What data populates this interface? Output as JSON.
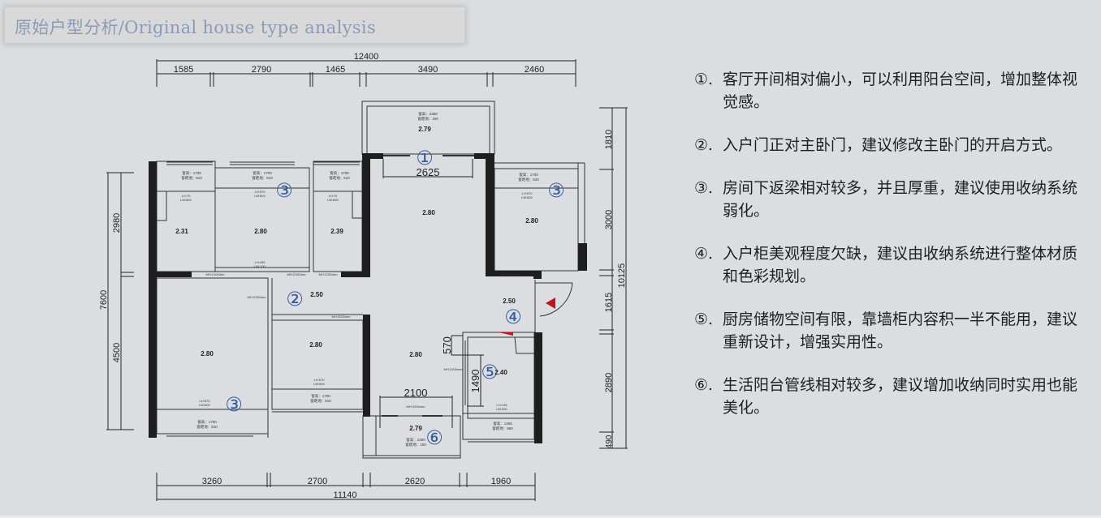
{
  "title": "原始户型分析/Original house type analysis",
  "floor_plan": {
    "dimensions": {
      "top_total": "12400",
      "top_segments": [
        "1585",
        "2790",
        "1465",
        "3490",
        "2460"
      ],
      "bottom_total": "11140",
      "bottom_segments": [
        "3260",
        "2700",
        "2620",
        "1960"
      ],
      "left_total": "7600",
      "left_segments": [
        "2980",
        "4500"
      ],
      "right_total": "10125",
      "right_segments": [
        "1810",
        "3000",
        "1615",
        "2890",
        "490"
      ],
      "balcony_opening": "2625",
      "service_balcony_opening": "2100",
      "kitchen_depth_1": "570",
      "kitchen_depth_2": "1490"
    },
    "heights": {
      "balcony": "2.79",
      "living": "2.80",
      "bed_left_small": "2.31",
      "bed_top_center": "2.80",
      "bed_top_right_small": "2.39",
      "bed_right": "2.80",
      "corridor": "2.50",
      "master": "2.80",
      "bed_mid": "2.80",
      "dining": "2.80",
      "entry": "2.50",
      "kitchen": "2.40",
      "service_balcony": "2.79"
    },
    "window_notes": {
      "balcony": [
        "窗高：2300",
        "窗距地：150"
      ],
      "bed_left_small": [
        "窗高：1700",
        "窗距地：510"
      ],
      "bed_top_center": [
        "窗高：1700",
        "窗距地：510"
      ],
      "bed_top_right_small": [
        "窗高：1700",
        "窗距地：510"
      ],
      "bed_right": [
        "窗高：1700",
        "窗距地：520"
      ],
      "master": [
        "窗高：1700",
        "窗距地：510"
      ],
      "bed_mid": [
        "窗高：1700",
        "窗距地：510"
      ],
      "kitchen": [
        "窗高：1365",
        "窗距地：860"
      ],
      "service_balcony": [
        "窗高：2300",
        "窗距地：150"
      ]
    },
    "beam_notes": {
      "bed_left_small": [
        "LH:70",
        "LW:600"
      ],
      "bed_top_center_top": [
        "LH:570",
        "LW:600"
      ],
      "bed_top_center_bottom": [
        "LH:430",
        "LW:100"
      ],
      "bed_top_right_small": [
        "LH:70",
        "LW:600"
      ],
      "bed_right": [
        "LH:570",
        "LW:600"
      ],
      "master": [
        "LH:570",
        "LW:600"
      ],
      "bed_mid": [
        "LH:570",
        "LW:600"
      ],
      "kitchen": [
        "LH:135",
        "LW:600"
      ]
    },
    "door_heights": {
      "d1": "MH:2100mm",
      "d2": "MH:2150mm",
      "d3": "MH:2150mm",
      "d4": "MH:2150mm",
      "d5": "MH:2150mm",
      "d6": "MH:2200mm",
      "d7": "MH:2100mm",
      "d8": "MH:2200mm"
    },
    "markers": [
      "①",
      "②",
      "③",
      "③",
      "③",
      "④",
      "⑤",
      "⑥"
    ]
  },
  "notes": [
    {
      "num": "①.",
      "text": "客厅开间相对偏小，可以利用阳台空间，增加整体视觉感。"
    },
    {
      "num": "②.",
      "text": "入户门正对主卧门，建议修改主卧门的开启方式。"
    },
    {
      "num": "③.",
      "text": "房间下返梁相对较多，并且厚重，建议使用收纳系统弱化。"
    },
    {
      "num": "④.",
      "text": "入户柜美观程度欠缺，建议由收纳系统进行整体材质和色彩规划。"
    },
    {
      "num": "⑤.",
      "text": "厨房储物空间有限，靠墙柜内容积一半不能用，建议重新设计，增强实用性。"
    },
    {
      "num": "⑥.",
      "text": "生活阳台管线相对较多，建议增加收纳同时实用也能美化。"
    }
  ],
  "colors": {
    "background": "#dcdde0",
    "wall": "#1e1e1e",
    "marker": "#2f5d9e",
    "title_text": "#8a9bb8",
    "entry_arrow": "#c0151b"
  }
}
